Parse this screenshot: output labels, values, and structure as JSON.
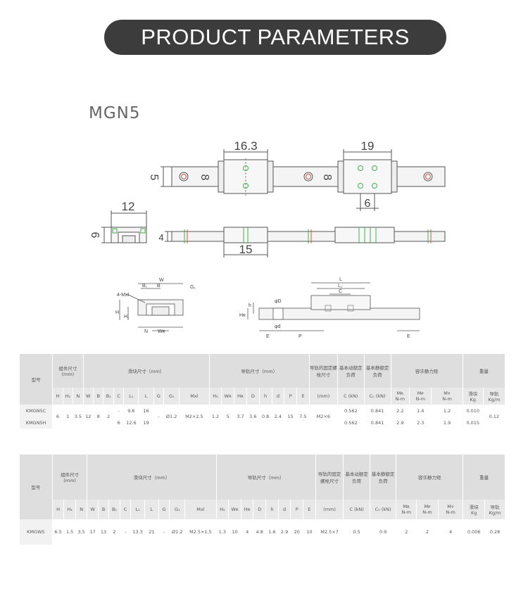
{
  "banner": {
    "title": "PRODUCT PARAMETERS"
  },
  "model_title": "MGN5",
  "drawing": {
    "top_dims": {
      "block_c": "16.3",
      "block_h": "19",
      "h1": "5",
      "rail_w1": "8",
      "rail_w2": "8",
      "hole_pitch": "6"
    },
    "side_dims": {
      "rail_width": "12",
      "height": "6",
      "h2": "4",
      "length": "15"
    },
    "section_labels": {
      "mxl": "4-Mxl",
      "w": "W",
      "b1": "B₁",
      "b": "B",
      "g1": "G₁",
      "h": "H",
      "h1": "H₁",
      "n": "N",
      "wr": "Wʀ"
    },
    "rail_labels": {
      "l": "L",
      "l1": "L₁",
      "c": "C",
      "d": "φD",
      "hr": "Hʀ",
      "h_small": "h",
      "d_small": "φd",
      "e1": "E",
      "p": "P",
      "e2": "E"
    }
  },
  "table1": {
    "groups": {
      "model": "型号",
      "assembly": "组件尺寸\n(mm)",
      "block": "滑块尺寸（mm）",
      "rail": "导轨尺寸（mm）",
      "bolt": "导轨的固定螺栓尺寸",
      "dyn": "基本动额定负荷",
      "stat": "基本静额定负荷",
      "moment": "容许静力矩",
      "weight": "重量"
    },
    "sub": [
      "H",
      "H₁",
      "N",
      "W",
      "B",
      "B₁",
      "C",
      "L₁",
      "L",
      "G",
      "G₁",
      "Mxl",
      "H₂",
      "Wʀ",
      "Hʀ",
      "D",
      "h",
      "d",
      "P",
      "E",
      "(mm)",
      "C (kN)",
      "C₀ (kN)",
      "Mʀ\nN-m",
      "Mᴘ\nN-m",
      "Mʏ\nN-m",
      "滑块\nKg",
      "导轨\nKg/m"
    ],
    "rows": [
      {
        "model": "KMGN5C",
        "H": "6",
        "H1": "1",
        "N": "3.5",
        "W": "12",
        "B": "8",
        "B1": "2",
        "C": "-",
        "L1": "9.6",
        "L": "16",
        "G": "-",
        "G1": "Ø1.2",
        "Mxl": "M2×2.5",
        "H2": "1.2",
        "WR": "5",
        "HR": "3.7",
        "D": "3.6",
        "h": "0.8",
        "d": "2.4",
        "P": "15",
        "E": "7.5",
        "bolt": "M2×6",
        "C_kN": "0.562",
        "C0": "0.841",
        "MR": "2.2",
        "MP": "1.4",
        "MY": "1.2",
        "block_kg": "0.010",
        "rail_kgm": "0.12"
      },
      {
        "model": "KMGN5H",
        "C": "6",
        "L1": "12.6",
        "L": "19",
        "C_kN": "0.562",
        "C0": "0.841",
        "MR": "2.9",
        "MP": "2.3",
        "MY": "1.9",
        "block_kg": "0.015"
      }
    ]
  },
  "table2": {
    "groups": {
      "model": "型号",
      "assembly": "组件尺寸\n(mm)",
      "block": "滑块尺寸（mm）",
      "rail": "导轨尺寸（mm）",
      "bolt": "导轨的固定螺栓尺寸",
      "dyn": "基本动额定负荷",
      "stat": "基本静额定负荷",
      "moment": "容许静力矩",
      "weight": "重量"
    },
    "sub": [
      "H",
      "H₁",
      "N",
      "W",
      "B",
      "B₁",
      "C",
      "L₁",
      "L",
      "G",
      "G₁",
      "Mxl",
      "H₂",
      "Wʀ",
      "Hʀ",
      "D",
      "h",
      "d",
      "P",
      "E",
      "(mm)",
      "C (kN)",
      "C₀ (kN)",
      "Mʀ\nN-m",
      "Mᴘ\nN-m",
      "Mʏ\nN-m",
      "滑块\nKg",
      "导轨\nKg/m"
    ],
    "rows": [
      {
        "model": "KMGW5",
        "H": "6.5",
        "H1": "1.5",
        "N": "3.5",
        "W": "17",
        "B": "13",
        "B1": "2",
        "C": "-",
        "L1": "13.3",
        "L": "21",
        "G": "-",
        "G1": "Ø1.2",
        "Mxl": "M2.5×1.5",
        "H2": "1.3",
        "WR": "10",
        "HR": "4",
        "D": "4.8",
        "h": "1.6",
        "d": "2.9",
        "P": "20",
        "E": "10",
        "bolt": "M2.5×7",
        "C_kN": "0.5",
        "C0": "0.9",
        "MR": "2",
        "MP": "2",
        "MY": "4",
        "block_kg": "0.006",
        "rail_kgm": "0.28"
      }
    ]
  },
  "colors": {
    "banner_bg": "#3c3c3c",
    "header_bg": "#dedede",
    "accent_green": "#3fb34f",
    "accent_red": "#d9534f"
  }
}
